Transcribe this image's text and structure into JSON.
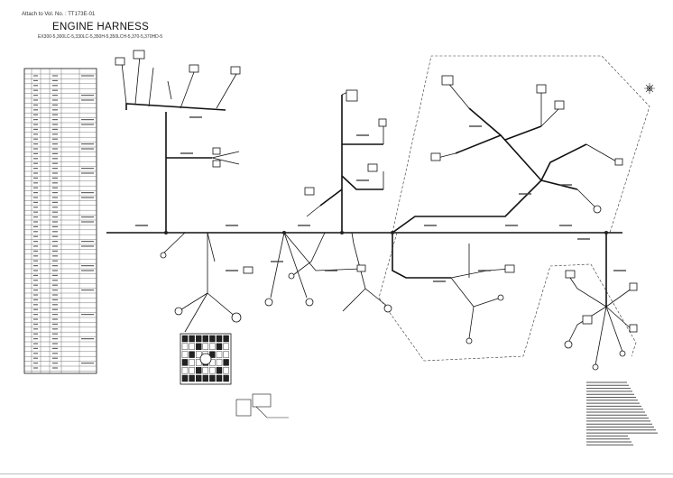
{
  "header": {
    "attach_label": "Attach to Vol. No. : TT173E-01",
    "title": "ENGINE HARNESS",
    "models": "EX300-5,300LC-5,330LC-5,350H-5,350LCH-5,370-5,370HD-5"
  },
  "colors": {
    "line": "#111111",
    "background": "#ffffff"
  }
}
